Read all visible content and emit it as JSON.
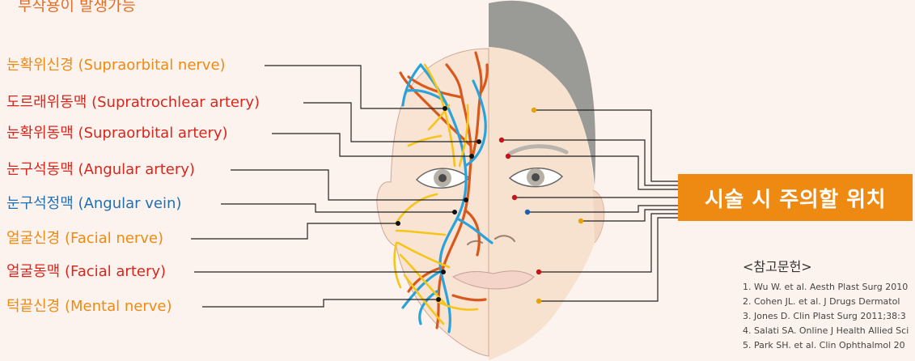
{
  "header": {
    "caption": "부작용이 발생가능"
  },
  "labels": [
    {
      "ko": "눈확위신경",
      "en": "(Supraorbital nerve)",
      "ko_color": "#ee8a11",
      "en_color": "#ee8a11"
    },
    {
      "ko": "도르래위동맥",
      "en": "(Supratrochlear artery)",
      "ko_color": "#d9261c",
      "en_color": "#d9261c"
    },
    {
      "ko": "눈확위동맥",
      "en": "(Supraorbital artery)",
      "ko_color": "#d9261c",
      "en_color": "#d9261c"
    },
    {
      "ko": "눈구석동맥",
      "en": "(Angular artery)",
      "ko_color": "#d9261c",
      "en_color": "#d9261c"
    },
    {
      "ko": "눈구석정맥",
      "en": "(Angular vein)",
      "ko_color": "#1f6fb5",
      "en_color": "#1f6fb5"
    },
    {
      "ko": "얼굴신경",
      "en": "(Facial nerve)",
      "ko_color": "#ee8a11",
      "en_color": "#ee8a11"
    },
    {
      "ko": "얼굴동맥",
      "en": "(Facial artery)",
      "ko_color": "#d9261c",
      "en_color": "#d9261c"
    },
    {
      "ko": "턱끝신경",
      "en": "(Mental nerve)",
      "ko_color": "#ee8a11",
      "en_color": "#ee8a11"
    }
  ],
  "banner": {
    "text": "시술 시 주의할 위치"
  },
  "references": {
    "title": "<참고문헌>",
    "items": [
      "1. Wu W. et al. Aesth Plast Surg 2010",
      "2. Cohen JL. et al. J Drugs Dermatol",
      "3. Jones D. Clin Plast Surg 2011;38:3",
      "4. Salati SA. Online J Health Allied Sci",
      "5. Park SH. et al. Clin Ophthalmol 20"
    ]
  },
  "colors": {
    "artery": "#d9581c",
    "vein": "#2aa3da",
    "nerve": "#f5c518",
    "skin_left": "#f9e3d2",
    "skin_right": "#f6e2cf",
    "hair": "#9a9a96",
    "banner": "#ee8a11"
  }
}
